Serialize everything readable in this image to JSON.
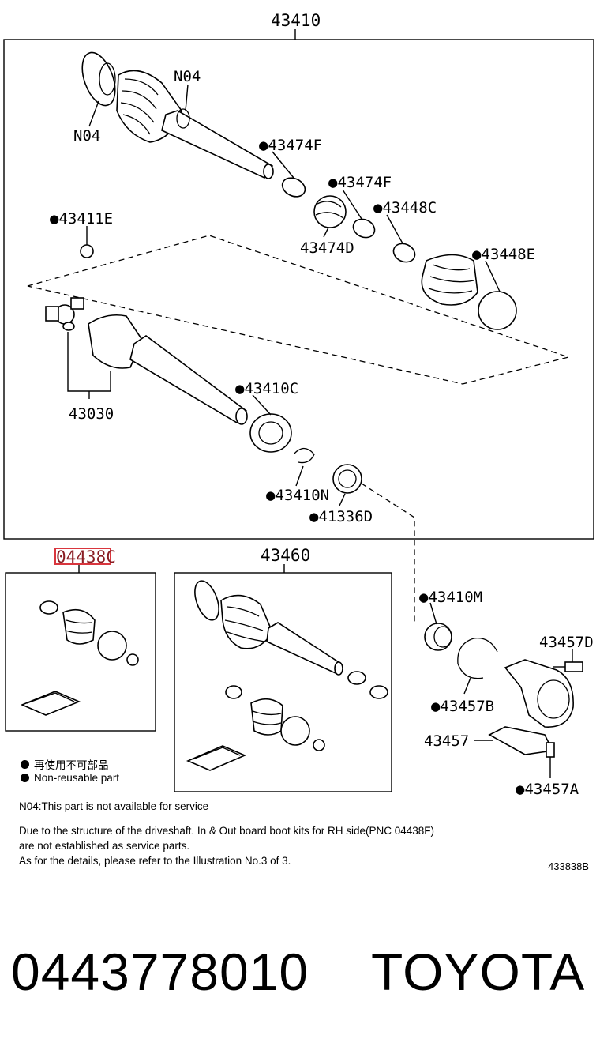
{
  "callouts": {
    "assembly_main": "43410",
    "n04_top": "N04",
    "n04_left": "N04",
    "c43474F_1": "●43474F",
    "c43474F_2": "●43474F",
    "c43448C": "●43448C",
    "c43474D": "43474D",
    "c43448E": "●43448E",
    "c43411E": "●43411E",
    "c43030": "43030",
    "c43410C": "●43410C",
    "c43410N": "●43410N",
    "c41336D": "●41336D",
    "kit_left": "04438C",
    "kit_mid": "43460",
    "c43410M": "●43410M",
    "c43457D": "43457D",
    "c43457B": "●43457B",
    "c43457": "43457",
    "c43457A": "●43457A"
  },
  "legend": {
    "jp": "再使用不可部品",
    "en": "Non-reusable part"
  },
  "notes": {
    "n04": "N04:This part is not available for service",
    "line1": "Due to the structure of the driveshaft. In & Out board boot kits for RH side(PNC 04438F)",
    "line2": "are not established as service parts.",
    "line3": "As for the details, please refer to the Illustration No.3 of 3."
  },
  "drawing_code": "433838B",
  "part_number": "0443778010",
  "brand": "TOYOTA",
  "colors": {
    "highlight": "#d9363e",
    "line": "#000000"
  }
}
